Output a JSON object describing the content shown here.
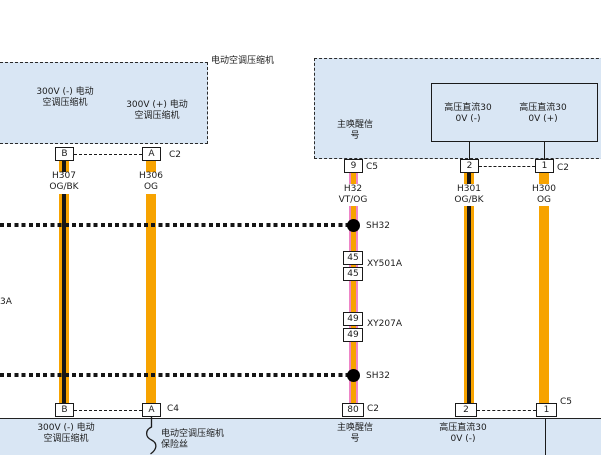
{
  "colors": {
    "wire_orange": "#F7A300",
    "wire_black_stripe": "#161616",
    "wire_violet": "#EE85C8",
    "component_fill": "#D9E6F4",
    "line": "#1a1a1a"
  },
  "top_left_box": {
    "title": "电动空调压缩机",
    "neg_label": "300V (-) 电动\n空调压缩机",
    "pos_label": "300V (+) 电动\n空调压缩机",
    "pin_neg": "B",
    "pin_pos": "A",
    "connector": "C2"
  },
  "right_box": {
    "wake_label": "主唤醒信\n号",
    "hv_neg_label": "高压直流30\n0V (-)",
    "hv_pos_label": "高压直流30\n0V (+)",
    "pin_wake": "9",
    "wake_connector": "C5",
    "pin_neg": "2",
    "pin_pos": "1",
    "connector": "C2"
  },
  "wires": {
    "h307": {
      "label": "H307\nOG/BK",
      "color_code": "OG/BK"
    },
    "h306": {
      "label": "H306\nOG",
      "color_code": "OG"
    },
    "h32": {
      "label": "H32\nVT/OG",
      "color_code": "VT/OG"
    },
    "h301": {
      "label": "H301\nOG/BK",
      "color_code": "OG/BK"
    },
    "h300": {
      "label": "H300\nOG",
      "color_code": "OG"
    }
  },
  "splices": {
    "top": "SH32",
    "bottom": "SH32"
  },
  "inline_connectors": {
    "xy501a": {
      "pin_top": "45",
      "pin_bottom": "45",
      "label": "XY501A"
    },
    "xy207a": {
      "pin_top": "49",
      "pin_bottom": "49",
      "label": "XY207A"
    }
  },
  "left_edge_partial_label": "3A",
  "bottom_row": {
    "pin_b": "B",
    "pin_a": "A",
    "connector_ba": "C4",
    "pin_wake": "80",
    "connector_wake": "C2",
    "pin_neg": "2",
    "pin_pos": "1",
    "connector_right": "C5"
  },
  "bottom_band": {
    "left_label": "300V (-) 电动\n空调压缩机",
    "fuse_label": "电动空调压缩机\n保险丝",
    "wake_label": "主唤醒信\n号",
    "hv_neg_label": "高压直流30\n0V (-)"
  }
}
